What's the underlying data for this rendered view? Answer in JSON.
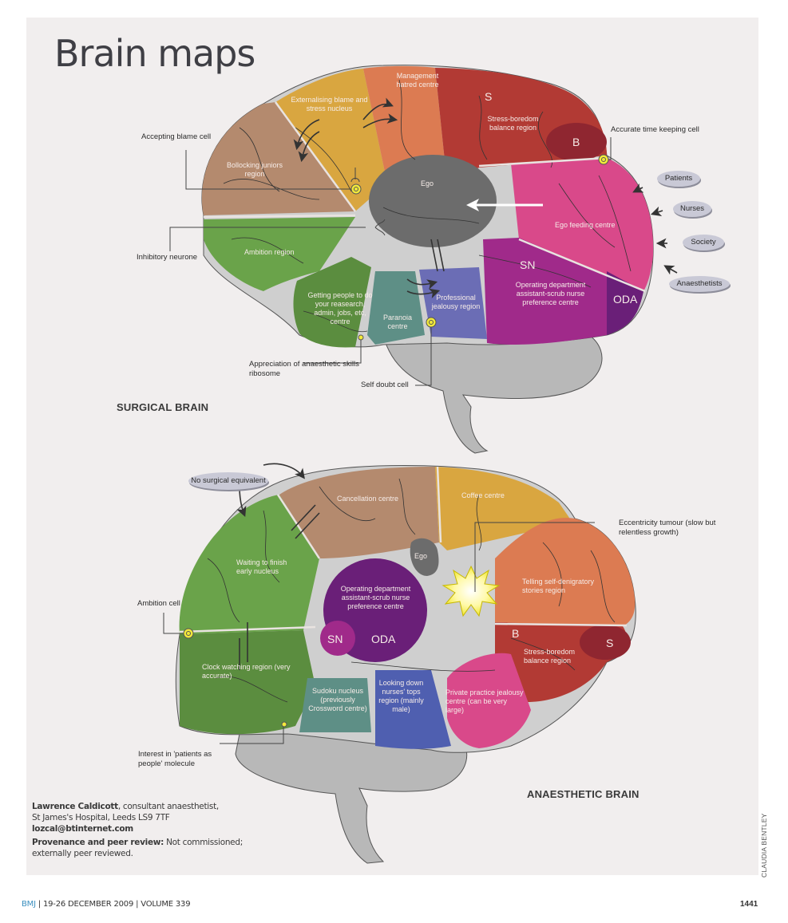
{
  "title": "Brain maps",
  "surgical_brain": {
    "section_label": "SURGICAL BRAIN",
    "regions": {
      "management": "Management hatred centre",
      "externalising": "Externalising blame and stress nucleus",
      "bollocking": "Bollocking juniors region",
      "ego": "Ego",
      "stress_boredom": "Stress-boredom balance region",
      "s": "S",
      "b": "B",
      "ego_feeding": "Ego feeding centre",
      "sn": "SN",
      "odsa": "Operating department assistant-scrub nurse preference centre",
      "oda": "ODA",
      "ambition": "Ambition region",
      "getting_people": "Getting people to do your reasearch, admin, jobs, etc, centre",
      "paranoia": "Paranoia centre",
      "professional_jealousy": "Professional jealousy region"
    },
    "callouts": {
      "accepting_blame": "Accepting blame cell",
      "inhibitory": "Inhibitory neurone",
      "accurate_time": "Accurate time keeping cell",
      "appreciation": "Appreciation of anaesthetic skills ribosome",
      "self_doubt": "Self doubt cell"
    },
    "inputs": [
      "Patients",
      "Nurses",
      "Society",
      "Anaesthetists"
    ]
  },
  "anaesthetic_brain": {
    "section_label": "ANAESTHETIC BRAIN",
    "regions": {
      "cancellation": "Cancellation centre",
      "coffee": "Coffee centre",
      "waiting": "Waiting to finish early nucleus",
      "ego": "Ego",
      "odsa": "Operating department assistant-scrub nurse preference centre",
      "sn": "SN",
      "oda": "ODA",
      "telling": "Telling self-denigratory stories region",
      "b": "B",
      "s": "S",
      "stress_boredom": "Stress-boredom balance region",
      "clock_watching": "Clock watching region (very accurate)",
      "sudoku": "Sudoku nucleus (previously Crossword centre)",
      "looking_down": "Looking down nurses' tops region (mainly male)",
      "private_practice": "Private practice jealousy centre (can be very large)"
    },
    "callouts": {
      "no_surgical": "No surgical equivalent",
      "ambition_cell": "Ambition cell",
      "eccentricity": "Eccentricity tumour (slow but relentless growth)",
      "interest": "Interest in 'patients as people' molecule"
    }
  },
  "credit": {
    "author": "Lawrence Caldicott",
    "role": ", consultant anaesthetist,",
    "address": "St James's Hospital, Leeds LS9 7TF",
    "email": "lozcal@btinternet.com",
    "provenance_label": "Provenance and peer review:",
    "provenance_text": " Not commissioned; externally peer reviewed."
  },
  "footer": {
    "journal": "BMJ",
    "issue": " | 19-26 DECEMBER 2009 | VOLUME 339",
    "page": "1441",
    "illustrator": "CLAUDIA BENTLEY"
  },
  "colors": {
    "tan": "#b48a6e",
    "gold": "#d9a640",
    "orange": "#dc7b52",
    "red": "#b23a34",
    "darkred": "#8f2630",
    "pink": "#d9498a",
    "magenta": "#a02a8a",
    "purple": "#6a1f78",
    "green": "#6aa34a",
    "darkgreen": "#5b8d3f",
    "teal": "#5e8f86",
    "violet": "#6b6db5",
    "blue": "#4f5fb0",
    "grey": "#6c6c6c",
    "stem": "#b5b5b5",
    "yellow": "#f2e93a"
  }
}
